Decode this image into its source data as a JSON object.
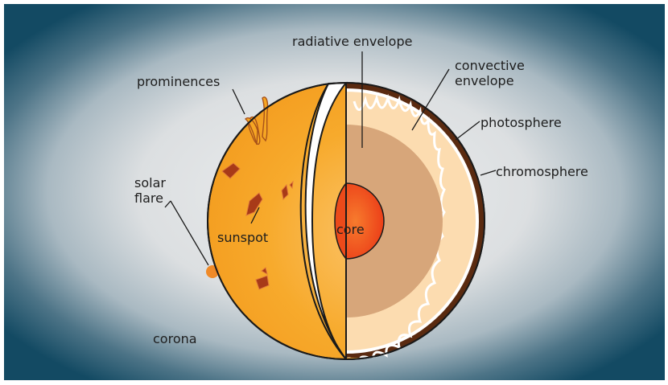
{
  "labels": {
    "radiative_envelope": "radiative envelope",
    "convective_envelope_line1": "convective",
    "convective_envelope_line2": "envelope",
    "photosphere": "photosphere",
    "chromosphere": "chromosphere",
    "prominences": "prominences",
    "solar_flare_line1": "solar",
    "solar_flare_line2": "flare",
    "sunspot": "sunspot",
    "core": "core",
    "corona": "corona"
  },
  "colors": {
    "background_dark": "#134a63",
    "corona_glow": "#d9dde0",
    "sun_surface": "#f6a623",
    "sun_surface_light": "#f9bf5a",
    "convective_zone": "#fcdcb0",
    "radiative_zone": "#d7a67a",
    "core": "#f04a1c",
    "chromosphere": "#5a2a10",
    "sunspot": "#a83a18",
    "flare": "#f08a28",
    "outline": "#1a1a1a"
  }
}
